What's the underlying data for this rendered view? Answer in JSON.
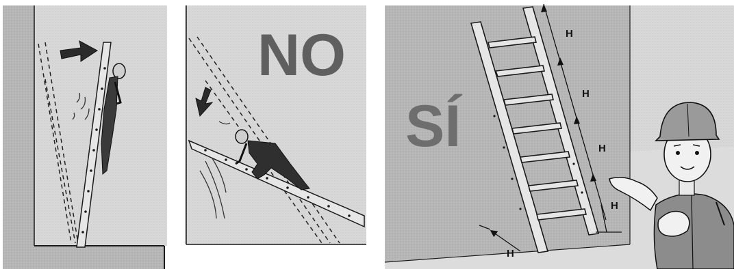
{
  "illustration": {
    "panel_wrong_label": "NO",
    "panel_right_label": "SÍ",
    "measure_label": "H"
  },
  "colors": {
    "wall_gray": "#b9b9b9",
    "floor_gray": "#c8c8c8",
    "label_gray": "#6e6e6e",
    "wrong_label": "#5f5f5f",
    "outline": "#1a1a1a"
  }
}
